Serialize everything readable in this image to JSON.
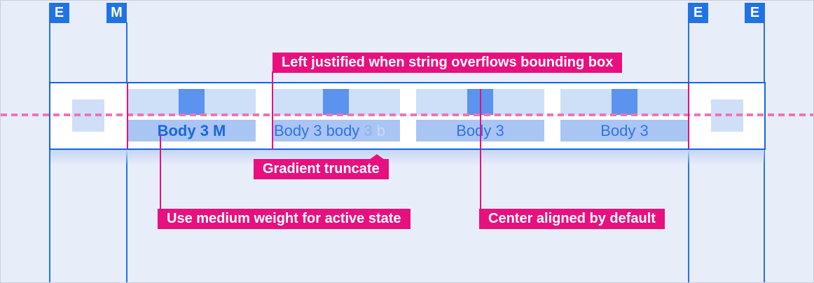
{
  "markers": {
    "items": [
      {
        "label": "E"
      },
      {
        "label": "M"
      },
      {
        "label": "E"
      },
      {
        "label": "E"
      }
    ]
  },
  "tab_bar": {
    "tabs": [
      {
        "label": "Body 3 M",
        "state": "active medium weight"
      },
      {
        "label_start": "Body 3 body ",
        "label_fade_mid": "3 ",
        "label_fade_end": "b",
        "state": "gradient truncated, left justified"
      },
      {
        "label": "Body 3",
        "state": "default center aligned"
      },
      {
        "label": "Body 3",
        "state": "default center aligned"
      }
    ]
  },
  "annotations": {
    "overflow_label": "Left justified when string overflows bounding box",
    "gradient_label": "Gradient truncate",
    "medium_label": "Use medium weight for active state",
    "center_label": "Center aligned by default"
  },
  "colors": {
    "accent_blue": "#2273e2",
    "bar_border_blue": "#1565de",
    "tab_block_light_blue": "#cedff8",
    "tab_label_bg_blue": "#a9c5f4",
    "tab_glyph_blue": "#5b93ee",
    "active_text_blue": "#1a66df",
    "inactive_text_blue": "#3273e8",
    "annotation_magenta": "#e8107e",
    "baseline_dash_pink": "#f173b4",
    "background": "#e8edfa"
  }
}
